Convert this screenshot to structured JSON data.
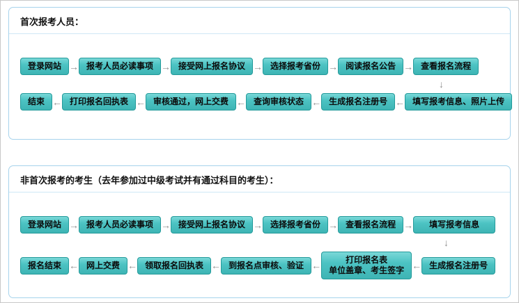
{
  "glyphs": {
    "arrow_right": "→",
    "arrow_left": "←",
    "arrow_down": "↓"
  },
  "colors": {
    "box_fill": "#4cc3c3",
    "box_border": "#239a9a",
    "panel_border": "#a6d3ec",
    "arrow": "#8f8f8f"
  },
  "panels": [
    {
      "title": "首次报考人员：",
      "row1": [
        "登录网站",
        "报考人员必读事项",
        "接受网上报名协议",
        "选择报考省份",
        "阅读报名公告",
        "查看报名流程"
      ],
      "row2": [
        "结束",
        "打印报名回执表",
        "审核通过，网上交费",
        "查询审核状态",
        "生成报名注册号",
        "填写报考信息、照片上传"
      ]
    },
    {
      "title": "非首次报考的考生（去年参加过中级考试并有通过科目的考生）：",
      "row1": [
        "登录网站",
        "报考人员必读事项",
        "接受网上报名协议",
        "选择报考省份",
        "查看报名流程",
        "填写报考信息"
      ],
      "row2": [
        "报名结束",
        "网上交费",
        "领取报名回执表",
        "到报名点审核、验证",
        "打印报名表\n单位盖章、考生签字",
        "生成报名注册号"
      ]
    }
  ]
}
